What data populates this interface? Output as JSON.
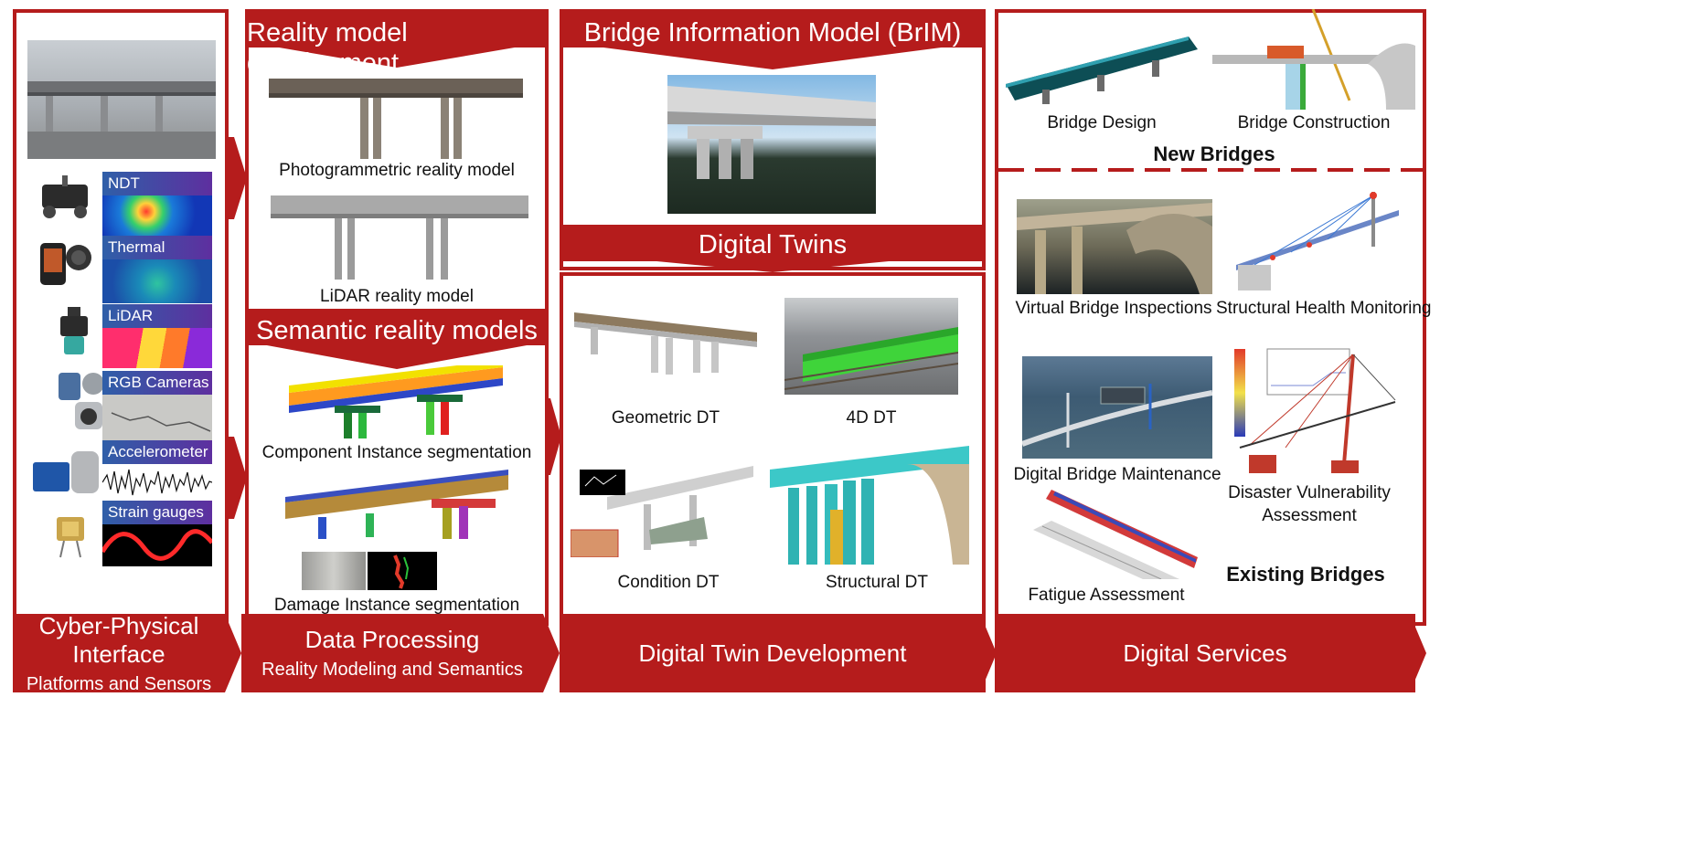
{
  "colors": {
    "accent": "#b51c1c",
    "sensor_label_bg": "#2f5fa8"
  },
  "col1": {
    "sensors": [
      {
        "label": "NDT",
        "icon": "ndt-scanner-icon"
      },
      {
        "label": "Thermal",
        "icon": "thermal-camera-icon"
      },
      {
        "label": "LiDAR",
        "icon": "lidar-scanner-icon"
      },
      {
        "label": "RGB Cameras",
        "icon": "camera-icon"
      },
      {
        "label": "Accelerometer",
        "icon": "accelerometer-icon"
      },
      {
        "label": "Strain gauges",
        "icon": "strain-gauge-icon"
      }
    ],
    "footer_title": "Cyber-Physical Interface",
    "footer_subtitle": "Platforms and Sensors"
  },
  "col2": {
    "banner1": "Reality model development",
    "caption_photo": "Photogrammetric reality model",
    "caption_lidar": "LiDAR reality model",
    "banner2": "Semantic reality models",
    "caption_component": "Component Instance segmentation",
    "caption_damage": "Damage Instance segmentation",
    "footer_title": "Data Processing",
    "footer_subtitle": "Reality Modeling and Semantics"
  },
  "col3": {
    "banner1": "Bridge Information Model (BrIM)",
    "banner2": "Digital Twins",
    "caption_geometric": "Geometric DT",
    "caption_4d": "4D DT",
    "caption_condition": "Condition DT",
    "caption_structural": "Structural DT",
    "footer_title": "Digital Twin Development"
  },
  "col4": {
    "caption_design": "Bridge Design",
    "caption_construction": "Bridge Construction",
    "heading_new": "New Bridges",
    "caption_inspections": "Virtual Bridge Inspections",
    "caption_shm": "Structural Health Monitoring",
    "caption_maintenance": "Digital Bridge Maintenance",
    "caption_disaster_1": "Disaster Vulnerability",
    "caption_disaster_2": "Assessment",
    "caption_fatigue": "Fatigue Assessment",
    "heading_existing": "Existing Bridges",
    "footer_title": "Digital Services"
  }
}
